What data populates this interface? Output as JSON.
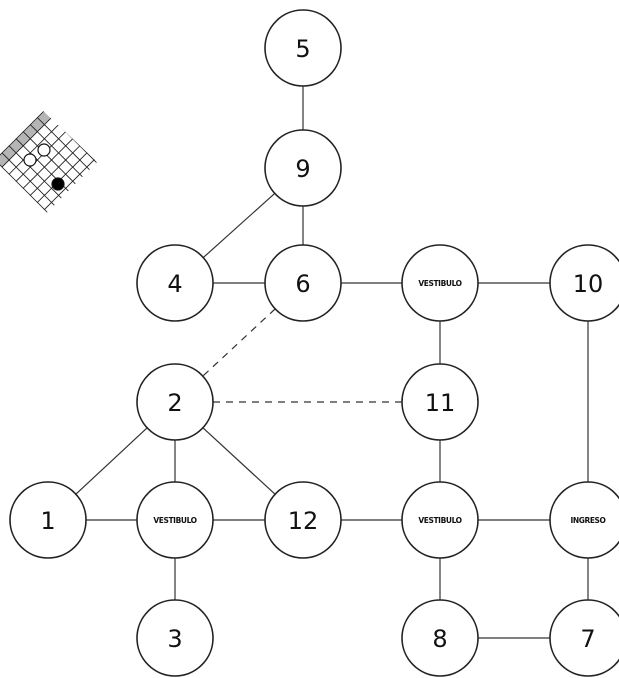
{
  "diagram": {
    "nodes": [
      {
        "id": "n5",
        "label": "5"
      },
      {
        "id": "n9",
        "label": "9"
      },
      {
        "id": "n4",
        "label": "4"
      },
      {
        "id": "n6",
        "label": "6"
      },
      {
        "id": "vestibulo_top",
        "label": "VESTIBULO"
      },
      {
        "id": "n10",
        "label": "10"
      },
      {
        "id": "n2",
        "label": "2"
      },
      {
        "id": "n11",
        "label": "11"
      },
      {
        "id": "n1",
        "label": "1"
      },
      {
        "id": "vestibulo_left",
        "label": "VESTIBULO"
      },
      {
        "id": "n12",
        "label": "12"
      },
      {
        "id": "vestibulo_right",
        "label": "VESTIBULO"
      },
      {
        "id": "ingreso",
        "label": "INGRESO"
      },
      {
        "id": "n3",
        "label": "3"
      },
      {
        "id": "n8",
        "label": "8"
      },
      {
        "id": "n7",
        "label": "7"
      }
    ],
    "edges": [
      {
        "from": "n5",
        "to": "n9",
        "style": "solid"
      },
      {
        "from": "n9",
        "to": "n6",
        "style": "solid"
      },
      {
        "from": "n9",
        "to": "n4",
        "style": "solid"
      },
      {
        "from": "n4",
        "to": "n6",
        "style": "solid"
      },
      {
        "from": "n6",
        "to": "vestibulo_top",
        "style": "solid"
      },
      {
        "from": "vestibulo_top",
        "to": "n10",
        "style": "solid"
      },
      {
        "from": "vestibulo_top",
        "to": "n11",
        "style": "solid"
      },
      {
        "from": "n6",
        "to": "n2",
        "style": "dashed"
      },
      {
        "from": "n2",
        "to": "n11",
        "style": "dashed"
      },
      {
        "from": "n2",
        "to": "n1",
        "style": "solid"
      },
      {
        "from": "n2",
        "to": "vestibulo_left",
        "style": "solid"
      },
      {
        "from": "n2",
        "to": "n12",
        "style": "solid"
      },
      {
        "from": "n1",
        "to": "vestibulo_left",
        "style": "solid"
      },
      {
        "from": "vestibulo_left",
        "to": "n12",
        "style": "solid"
      },
      {
        "from": "vestibulo_left",
        "to": "n3",
        "style": "solid"
      },
      {
        "from": "n12",
        "to": "vestibulo_right",
        "style": "solid"
      },
      {
        "from": "n11",
        "to": "vestibulo_right",
        "style": "solid"
      },
      {
        "from": "vestibulo_right",
        "to": "ingreso",
        "style": "solid"
      },
      {
        "from": "n10",
        "to": "ingreso",
        "style": "solid"
      },
      {
        "from": "vestibulo_right",
        "to": "n8",
        "style": "solid"
      },
      {
        "from": "n8",
        "to": "n7",
        "style": "solid"
      },
      {
        "from": "ingreso",
        "to": "n7",
        "style": "solid"
      }
    ]
  }
}
